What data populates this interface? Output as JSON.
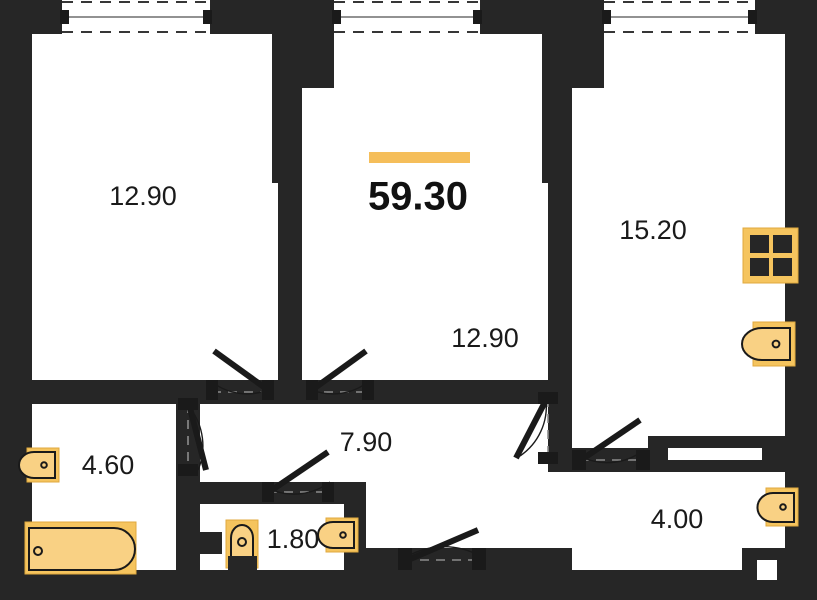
{
  "plan": {
    "total_area_label": "59.30",
    "accent_color": "#F5BE5A",
    "wall_color": "#262626",
    "fixture_color": "#F9D184",
    "rooms": [
      {
        "id": "bedroom-left",
        "label": "12.90"
      },
      {
        "id": "living-room",
        "label": "12.90"
      },
      {
        "id": "kitchen",
        "label": "15.20"
      },
      {
        "id": "bathroom",
        "label": "4.60"
      },
      {
        "id": "wc",
        "label": "1.80"
      },
      {
        "id": "hallway",
        "label": "7.90"
      },
      {
        "id": "utility-room",
        "label": "4.00"
      }
    ],
    "fixtures": [
      {
        "id": "stove",
        "type": "cooktop-4-burner"
      },
      {
        "id": "kitchen-sink",
        "type": "sink"
      },
      {
        "id": "bathtub",
        "type": "bathtub"
      },
      {
        "id": "bathroom-sink",
        "type": "sink"
      },
      {
        "id": "wc-toilet",
        "type": "toilet"
      },
      {
        "id": "wc-sink",
        "type": "sink"
      },
      {
        "id": "utility-sink",
        "type": "sink"
      }
    ],
    "windows_count": 3,
    "doors_count": 7
  }
}
